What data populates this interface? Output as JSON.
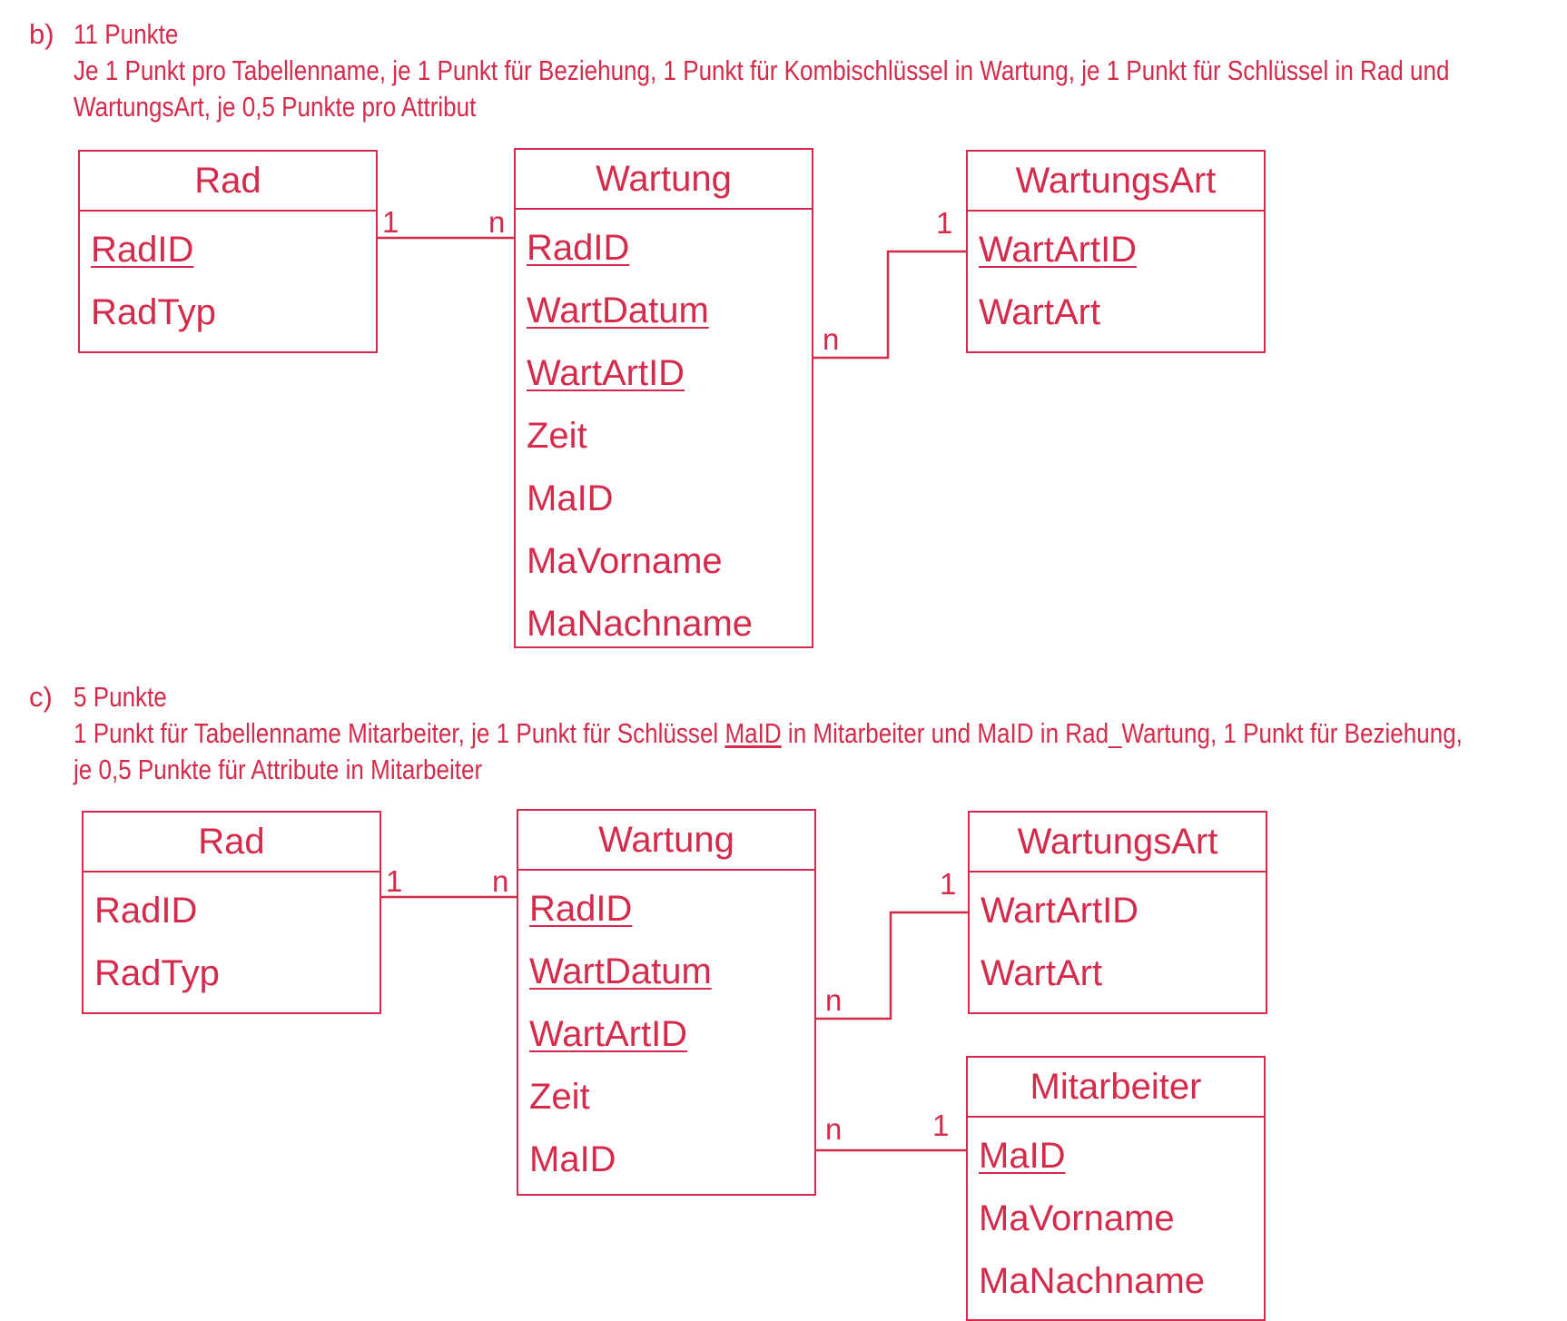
{
  "section_b": {
    "letter": "b)",
    "points": "11 Punkte",
    "desc_line1": "Je 1 Punkt pro Tabellenname, je 1 Punkt für Beziehung, 1 Punkt für Kombischlüssel in Wartung, je 1 Punkt für Schlüssel in Rad und",
    "desc_line2": "WartungsArt, je 0,5 Punkte pro Attribut",
    "entities": {
      "rad": {
        "name": "Rad",
        "attrs": [
          {
            "label": "RadID",
            "key": true
          },
          {
            "label": "RadTyp",
            "key": false
          }
        ]
      },
      "wartung": {
        "name": "Wartung",
        "attrs": [
          {
            "label": "RadID",
            "key": true
          },
          {
            "label": "WartDatum",
            "key": true
          },
          {
            "label": "WartArtID",
            "key": true
          },
          {
            "label": "Zeit",
            "key": false
          },
          {
            "label": "MaID",
            "key": false
          },
          {
            "label": "MaVorname",
            "key": false
          },
          {
            "label": "MaNachname",
            "key": false
          }
        ]
      },
      "wartungsart": {
        "name": "WartungsArt",
        "attrs": [
          {
            "label": "WartArtID",
            "key": true
          },
          {
            "label": "WartArt",
            "key": false
          }
        ]
      }
    },
    "cardinalities": {
      "rad_side": "1",
      "wartung_side_rad": "n",
      "wartungsart_side": "1",
      "wartung_side_art": "n"
    }
  },
  "section_c": {
    "letter": "c)",
    "points": "5 Punkte",
    "desc_line1_a": "1 Punkt für Tabellenname Mitarbeiter, je 1 Punkt für Schlüssel ",
    "desc_line1_key": "MaID",
    "desc_line1_b": " in Mitarbeiter und MaID in Rad_Wartung, 1 Punkt für Beziehung,",
    "desc_line2": "je 0,5 Punkte für Attribute in Mitarbeiter",
    "entities": {
      "rad": {
        "name": "Rad",
        "attrs": [
          {
            "label": "RadID",
            "key": false
          },
          {
            "label": "RadTyp",
            "key": false
          }
        ]
      },
      "wartung": {
        "name": "Wartung",
        "attrs": [
          {
            "label": "RadID",
            "key": true
          },
          {
            "label": "WartDatum",
            "key": true
          },
          {
            "label": "WartArtID",
            "key": true
          },
          {
            "label": "Zeit",
            "key": false
          },
          {
            "label": "MaID",
            "key": false
          }
        ]
      },
      "wartungsart": {
        "name": "WartungsArt",
        "attrs": [
          {
            "label": "WartArtID",
            "key": false
          },
          {
            "label": "WartArt",
            "key": false
          }
        ]
      },
      "mitarbeiter": {
        "name": "Mitarbeiter",
        "attrs": [
          {
            "label": "MaID",
            "key": true
          },
          {
            "label": "MaVorname",
            "key": false
          },
          {
            "label": "MaNachname",
            "key": false
          }
        ]
      }
    },
    "cardinalities": {
      "rad_side": "1",
      "wartung_side_rad": "n",
      "wartungsart_side": "1",
      "wartung_side_art": "n",
      "wartung_side_ma": "n",
      "mitarbeiter_side": "1"
    }
  },
  "colors": {
    "accent": "#d42a4b",
    "background": "#ffffff"
  }
}
